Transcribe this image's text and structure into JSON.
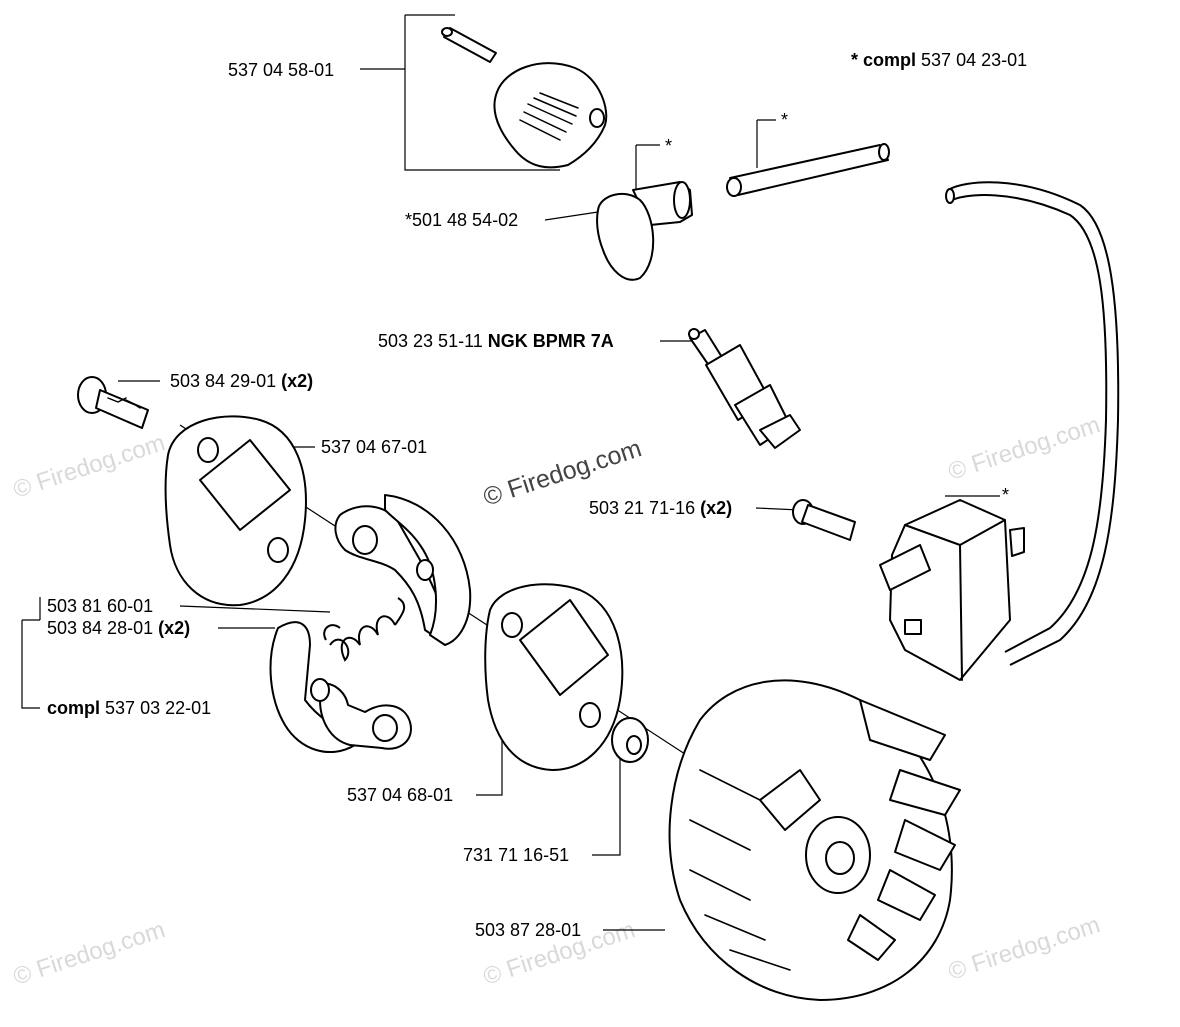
{
  "watermarks": {
    "brand": "© Firedog.com",
    "center": "© Firedog.com"
  },
  "labels": {
    "cap_kit": "537 04 58-01",
    "compl_top_prefix": "* compl",
    "compl_top_number": "537 04 23-01",
    "boot": "*501 48 54-02",
    "star": "*",
    "spark_plug_number": "503 23 51-11",
    "spark_plug_type": "NGK BPMR 7A",
    "screw_top_number": "503 84 29-01",
    "screw_top_qty": "(x2)",
    "clutch_plate": "537 04 67-01",
    "ignition_screw_number": "503 21 71-16",
    "ignition_screw_qty": "(x2)",
    "spring": "503 81 60-01",
    "shoe_number": "503 84 28-01",
    "shoe_qty": "(x2)",
    "compl_clutch_prefix": "compl",
    "compl_clutch_number": "537 03 22-01",
    "cover_plate": "537 04 68-01",
    "washer": "731 71 16-51",
    "flywheel": "503 87 28-01"
  }
}
